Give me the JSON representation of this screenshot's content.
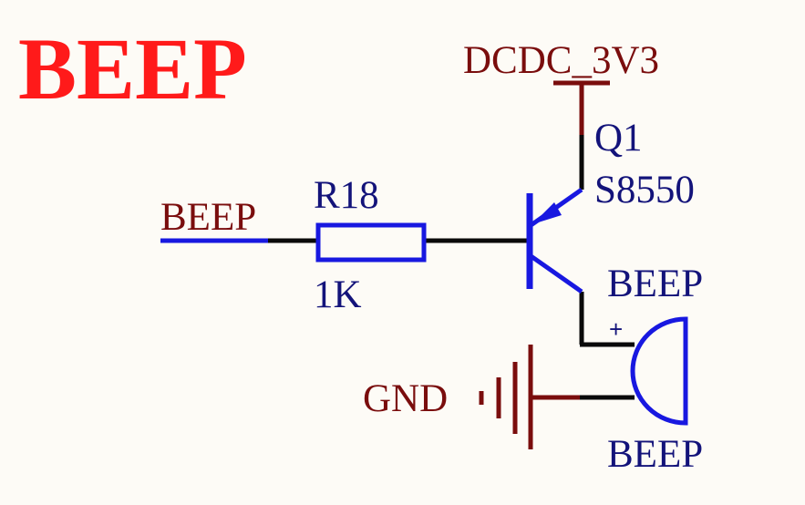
{
  "title": "BEEP",
  "colors": {
    "background": "#fdfbf6",
    "title": "#ff1a1a",
    "net_label": "#7a0d0d",
    "component": "#1818e0",
    "designator_text": "#13137a",
    "wire": "#0a0a0a",
    "power": "#7a0d0d"
  },
  "nets": {
    "input": "BEEP",
    "power": "DCDC_3V3",
    "ground": "GND"
  },
  "resistor": {
    "designator": "R18",
    "value": "1K"
  },
  "transistor": {
    "designator": "Q1",
    "part": "S8550"
  },
  "buzzer": {
    "designator": "BEEP",
    "value": "BEEP",
    "pin_marker": "+"
  }
}
